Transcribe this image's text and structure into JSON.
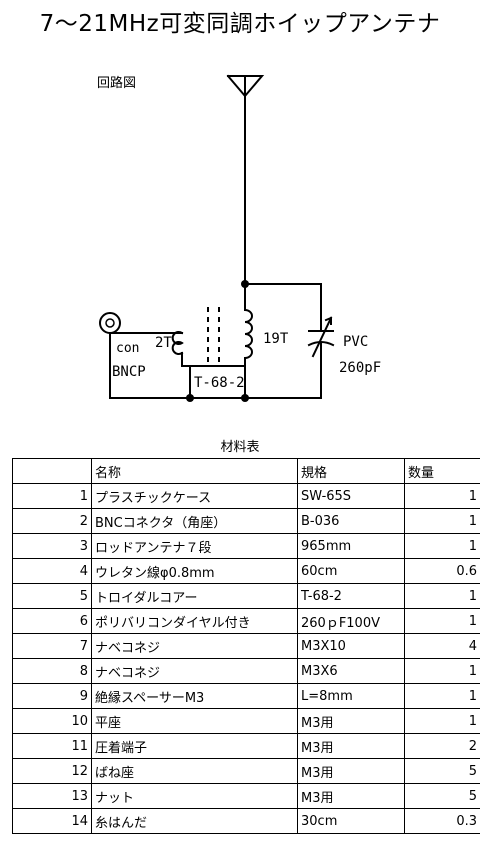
{
  "title": "7〜21MHz可変同調ホイップアンテナ",
  "circuit_label": "回路図",
  "schematic": {
    "connector_label": "con",
    "bnc_label": "BNCP",
    "primary_turns": "2T",
    "secondary_turns": "19T",
    "core_label": "T-68-2",
    "capacitor_name": "PVC",
    "capacitor_value": "260pF"
  },
  "table_caption": "材料表",
  "table": {
    "headers": [
      "",
      "名称",
      "規格",
      "数量"
    ],
    "rows": [
      {
        "no": "1",
        "name": "プラスチックケース",
        "spec": "SW-65S",
        "qty": "1"
      },
      {
        "no": "2",
        "name": "BNCコネクタ（角座）",
        "spec": "B-036",
        "qty": "1"
      },
      {
        "no": "3",
        "name": "ロッドアンテナ７段",
        "spec": "965mm",
        "qty": "1"
      },
      {
        "no": "4",
        "name": "ウレタン線φ0.8mm",
        "spec": "60cm",
        "qty": "0.6"
      },
      {
        "no": "5",
        "name": "トロイダルコアー",
        "spec": "T-68-2",
        "qty": "1"
      },
      {
        "no": "6",
        "name": "ポリバリコンダイヤル付き",
        "spec": "260ｐF100V",
        "qty": "1"
      },
      {
        "no": "7",
        "name": "ナベコネジ",
        "spec": "M3X10",
        "qty": "4"
      },
      {
        "no": "8",
        "name": "ナベコネジ",
        "spec": "M3X6",
        "qty": "1"
      },
      {
        "no": "9",
        "name": "絶縁スペーサーM3",
        "spec": "L=8mm",
        "qty": "1"
      },
      {
        "no": "10",
        "name": "平座",
        "spec": "M3用",
        "qty": "1"
      },
      {
        "no": "11",
        "name": "圧着端子",
        "spec": "M3用",
        "qty": "2"
      },
      {
        "no": "12",
        "name": "ばね座",
        "spec": "M3用",
        "qty": "5"
      },
      {
        "no": "13",
        "name": "ナット",
        "spec": "M3用",
        "qty": "5"
      },
      {
        "no": "14",
        "name": "糸はんだ",
        "spec": "30cm",
        "qty": "0.3"
      }
    ]
  }
}
